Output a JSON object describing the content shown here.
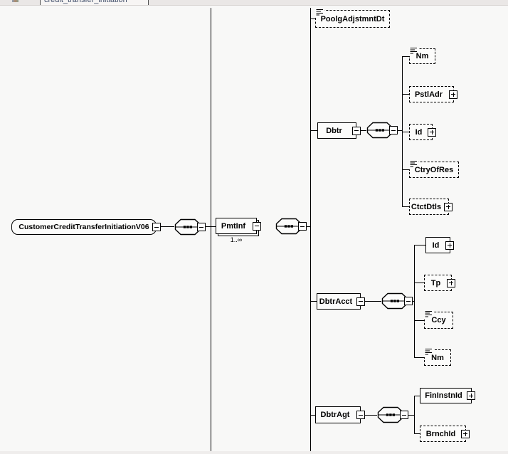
{
  "tab": {
    "title": "credit_transfer_initiation"
  },
  "colors": {
    "canvas": "#f8f8f7",
    "tab_bar": "#eae7e6",
    "node_fill": "#fcfcfb",
    "line": "#000000"
  },
  "schema": {
    "root": {
      "label": "CustomerCreditTransferInitiationV06",
      "compositor": "sequence"
    },
    "pmtInf": {
      "label": "PmtInf",
      "occurs": "1..∞",
      "compositor": "sequence"
    },
    "poolgAdjstmntDt": {
      "label": "PoolgAdjstmntDt"
    },
    "dbtr": {
      "label": "Dbtr",
      "compositor": "sequence",
      "children": {
        "nm": "Nm",
        "pstlAdr": "PstlAdr",
        "id": "Id",
        "ctryOfRes": "CtryOfRes",
        "ctctDtls": "CtctDtls"
      }
    },
    "dbtrAcct": {
      "label": "DbtrAcct",
      "compositor": "sequence",
      "children": {
        "id": "Id",
        "tp": "Tp",
        "ccy": "Ccy",
        "nm": "Nm"
      }
    },
    "dbtrAgt": {
      "label": "DbtrAgt",
      "compositor": "sequence",
      "children": {
        "finInstnId": "FinInstnId",
        "brnchId": "BrnchId"
      }
    }
  }
}
